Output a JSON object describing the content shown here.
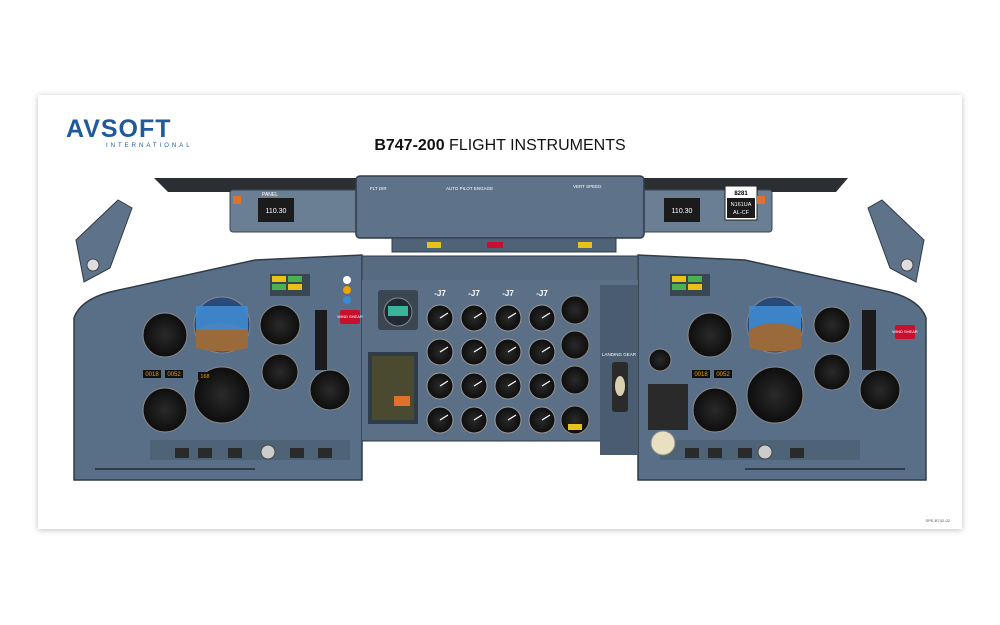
{
  "logo": {
    "main": "AVSOFT",
    "sub": "INTERNATIONAL"
  },
  "title": {
    "bold": "B747-200",
    "rest": " FLIGHT INSTRUMENTS"
  },
  "glareshield": {
    "panel_label": "PANEL",
    "left_freq": "110.30",
    "right_freq": "110.30",
    "flt_dir_label": "FLT DIR",
    "autopilot_label": "AUTO PILOT ENGAGE",
    "vert_speed_label": "VERT SPEED",
    "tail_number": "8281",
    "reg_line1": "N161UA",
    "reg_line2": "AL-CF"
  },
  "engine_labels": [
    "-J7",
    "-J7",
    "-J7",
    "-J7"
  ],
  "gear": {
    "label": "LANDING GEAR"
  },
  "clocks": {
    "left_a": "0018",
    "left_b": "0052",
    "right_a": "0018",
    "right_b": "0052"
  },
  "alerts": {
    "left": "WIND SHEAR",
    "right": "WIND SHEAR"
  },
  "ias_readout": "168",
  "code": "SPE-B742-02",
  "colors": {
    "panel": "#596f87",
    "dark": "#2f3b47",
    "accent": "#c8102e",
    "logo": "#1f5a9a"
  }
}
